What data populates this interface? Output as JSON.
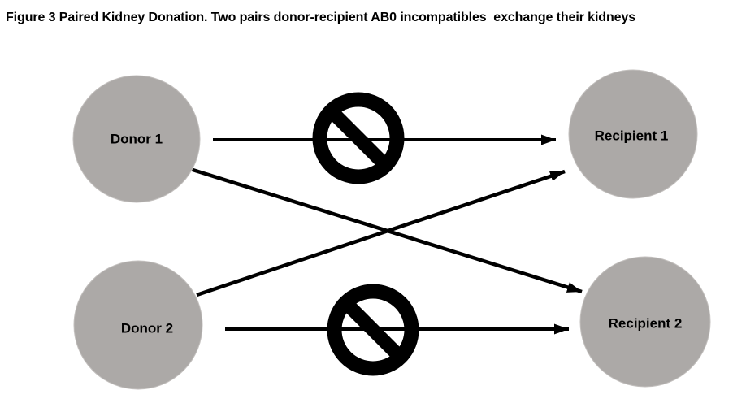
{
  "figure": {
    "title": "Figure 3 Paired Kidney Donation. Two pairs donor-recipient AB0 incompatibles  exchange their kidneys"
  },
  "colors": {
    "background": "#FFFFFF",
    "node_fill": "#ACA9A7",
    "node_edge": "#C2BFBD",
    "arrow": "#000000",
    "text": "#000000",
    "prohibition_sign": "#000000"
  },
  "nodes": [
    {
      "id": "donor-1",
      "label": "Donor 1"
    },
    {
      "id": "donor-2",
      "label": "Donor 2"
    },
    {
      "id": "recipient-1",
      "label": "Recipient 1"
    },
    {
      "id": "recipient-2",
      "label": "Recipient 2"
    }
  ],
  "edges": [
    {
      "from": "Donor 1",
      "to": "Recipient 1",
      "blocked": true,
      "icon": "no-entry-icon"
    },
    {
      "from": "Donor 2",
      "to": "Recipient 2",
      "blocked": true,
      "icon": "no-entry-icon"
    },
    {
      "from": "Donor 1",
      "to": "Recipient 2",
      "blocked": false,
      "icon": null
    },
    {
      "from": "Donor 2",
      "to": "Recipient 1",
      "blocked": false,
      "icon": null
    }
  ]
}
